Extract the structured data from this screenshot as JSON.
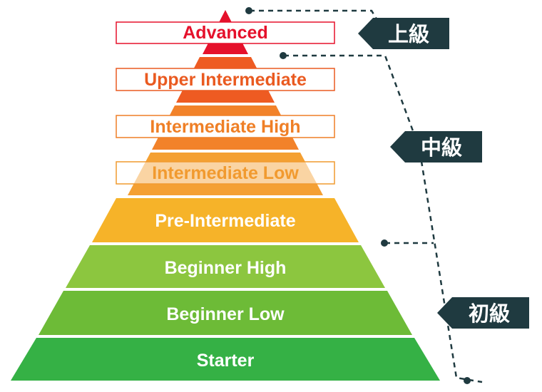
{
  "levels": [
    {
      "label": "Advanced",
      "fill": "#e5112b",
      "text_color": "#e5112b",
      "boxed": true
    },
    {
      "label": "Upper Intermediate",
      "fill": "#ee5b22",
      "text_color": "#ea5a20",
      "boxed": true
    },
    {
      "label": "Intermediate High",
      "fill": "#f2822a",
      "text_color": "#ef7f26",
      "boxed": true
    },
    {
      "label": "Intermediate Low",
      "fill": "#f4a033",
      "text_color": "#f19a2f",
      "boxed": true
    },
    {
      "label": "Pre-Intermediate",
      "fill": "#f6b329",
      "text_color": "#ffffff",
      "boxed": false
    },
    {
      "label": "Beginner High",
      "fill": "#8cc63f",
      "text_color": "#ffffff",
      "boxed": false
    },
    {
      "label": "Beginner Low",
      "fill": "#6dbb37",
      "text_color": "#ffffff",
      "boxed": false
    },
    {
      "label": "Starter",
      "fill": "#35b145",
      "text_color": "#ffffff",
      "boxed": false
    }
  ],
  "tags": [
    {
      "label": "上級",
      "color": "#1f3a40"
    },
    {
      "label": "中級",
      "color": "#1f3a40"
    },
    {
      "label": "初級",
      "color": "#1f3a40"
    }
  ],
  "connector_color": "#1f3a40"
}
